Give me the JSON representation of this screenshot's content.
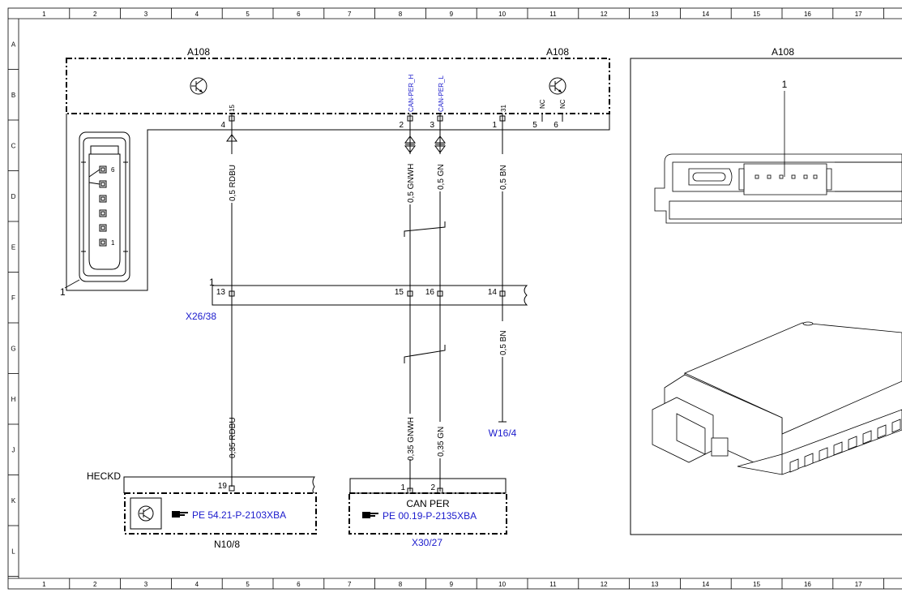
{
  "grid": {
    "columns": [
      "1",
      "2",
      "3",
      "4",
      "5",
      "6",
      "7",
      "8",
      "9",
      "10",
      "11",
      "12",
      "13",
      "14",
      "15",
      "16",
      "17"
    ],
    "rows": [
      "A",
      "B",
      "C",
      "D",
      "E",
      "F",
      "G",
      "H",
      "J",
      "K",
      "L"
    ]
  },
  "component_a108": {
    "label_left": "A108",
    "label_right": "A108",
    "pin_names": {
      "p15": "15",
      "can_h": "CAN-PER_H",
      "can_l": "CAN-PER_L",
      "p31": "31",
      "nc1": "NC",
      "nc2": "NC"
    },
    "pin_numbers": {
      "p4": "4",
      "p2": "2",
      "p3": "3",
      "p1": "1",
      "p5": "5",
      "p6": "6"
    }
  },
  "connector_pinout": {
    "item": "1",
    "pin_top": "6",
    "pin_bottom": "1"
  },
  "wires": {
    "rdbu_top": "0,5 RDBU",
    "gnwh_top": "0,5 GNWH",
    "gn_top": "0,5 GN",
    "bn_top": "0,5 BN",
    "bn_mid": "0,5 BN",
    "rdbu_bottom": "0,35 RDBU",
    "gnwh_bottom": "0,35 GNWH",
    "gn_bottom": "0,35 GN"
  },
  "connector_x2638": {
    "label": "X26/38",
    "item": "1",
    "pins": {
      "p13": "13",
      "p15": "15",
      "p16": "16",
      "p14": "14"
    }
  },
  "ground": {
    "label": "W16/4"
  },
  "module_n108": {
    "header": "HECKD",
    "pin": "19",
    "ref": "PE 54.21-P-2103XBA",
    "label": "N10/8"
  },
  "module_x3027": {
    "title": "CAN PER",
    "pin1": "1",
    "pin2": "2",
    "ref": "PE 00.19-P-2135XBA",
    "label": "X30/27"
  },
  "picture_panel": {
    "title": "A108",
    "callout": "1"
  },
  "colors": {
    "line": "#000000",
    "link_blue": "#1a1acc",
    "background": "#ffffff"
  }
}
